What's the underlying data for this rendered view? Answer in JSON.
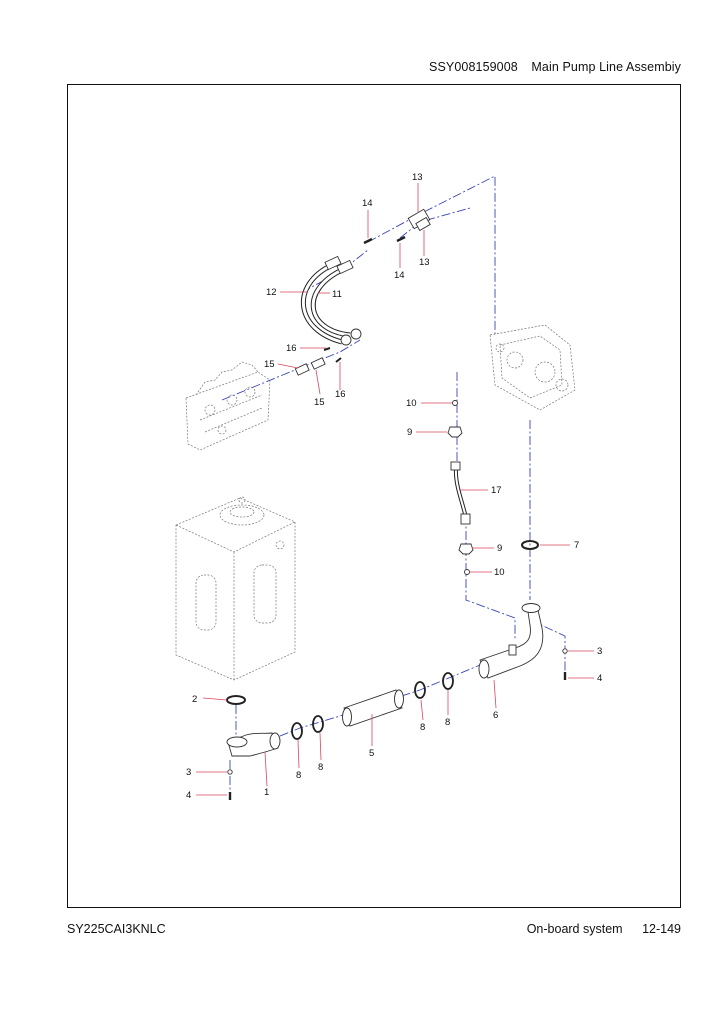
{
  "header": {
    "code": "SSY008159008",
    "title": "Main Pump Line Assembiy"
  },
  "footer": {
    "model": "SY225CAI3KNLC",
    "section": "On-board system",
    "page": "12-149"
  },
  "callouts": [
    {
      "id": "c1",
      "label": "1"
    },
    {
      "id": "c2",
      "label": "2"
    },
    {
      "id": "c3a",
      "label": "3"
    },
    {
      "id": "c3b",
      "label": "3"
    },
    {
      "id": "c4a",
      "label": "4"
    },
    {
      "id": "c4b",
      "label": "4"
    },
    {
      "id": "c5",
      "label": "5"
    },
    {
      "id": "c6",
      "label": "6"
    },
    {
      "id": "c7",
      "label": "7"
    },
    {
      "id": "c8a",
      "label": "8"
    },
    {
      "id": "c8b",
      "label": "8"
    },
    {
      "id": "c8c",
      "label": "8"
    },
    {
      "id": "c8d",
      "label": "8"
    },
    {
      "id": "c9a",
      "label": "9"
    },
    {
      "id": "c9b",
      "label": "9"
    },
    {
      "id": "c10a",
      "label": "10"
    },
    {
      "id": "c10b",
      "label": "10"
    },
    {
      "id": "c11",
      "label": "11"
    },
    {
      "id": "c12",
      "label": "12"
    },
    {
      "id": "c13a",
      "label": "13"
    },
    {
      "id": "c13b",
      "label": "13"
    },
    {
      "id": "c14a",
      "label": "14"
    },
    {
      "id": "c14b",
      "label": "14"
    },
    {
      "id": "c15a",
      "label": "15"
    },
    {
      "id": "c15b",
      "label": "15"
    },
    {
      "id": "c16a",
      "label": "16"
    },
    {
      "id": "c16b",
      "label": "16"
    },
    {
      "id": "c17",
      "label": "17"
    }
  ]
}
